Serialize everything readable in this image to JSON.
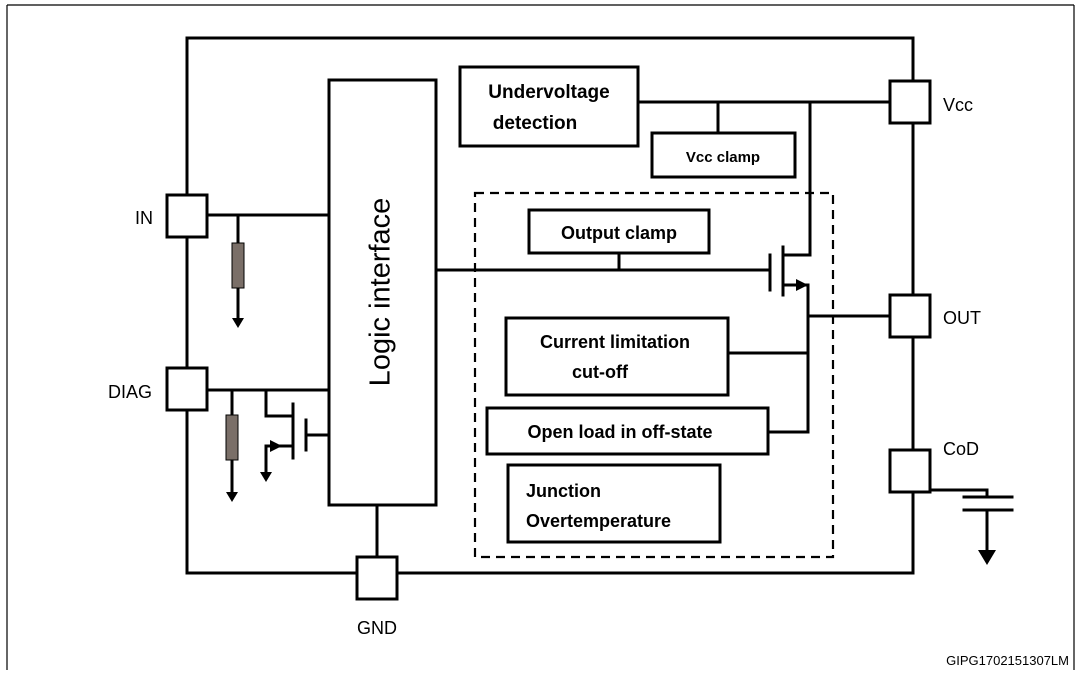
{
  "pins": {
    "in": "IN",
    "diag": "DIAG",
    "gnd": "GND",
    "vcc": "Vcc",
    "out": "OUT",
    "cod": "CoD"
  },
  "blocks": {
    "logic_interface": "Logic interface",
    "undervoltage_line1": "Undervoltage",
    "undervoltage_line2": "detection",
    "vcc_clamp": "Vcc clamp",
    "output_clamp": "Output clamp",
    "current_limitation_line1": "Current limitation",
    "current_limitation_line2": "cut-off",
    "open_load": "Open load in off-state",
    "junction_line1": "Junction",
    "junction_line2": "Overtemperature"
  },
  "figure_code": "GIPG1702151307LM"
}
